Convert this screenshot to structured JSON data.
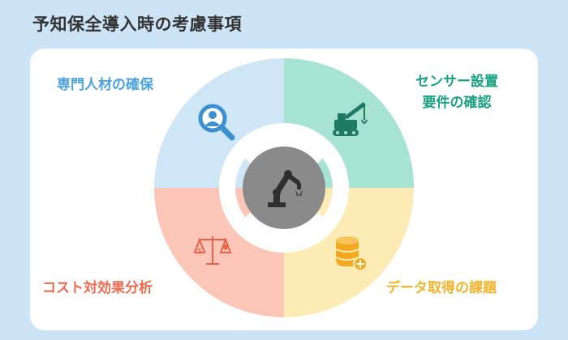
{
  "title": "予知保全導入時の考慮事項",
  "quadrants": {
    "top_left": {
      "label": "専門人材の確保",
      "color": "#cfe6f7",
      "text_color": "#4aa3df",
      "icon": "person-search-icon"
    },
    "top_right": {
      "label_line1": "センサー設置",
      "label_line2": "要件の確認",
      "color": "#a6e3d3",
      "text_color": "#1aa181",
      "icon": "crane-icon"
    },
    "bottom_left": {
      "label": "コスト対効果分析",
      "color": "#fbc6b7",
      "text_color": "#f06a4e",
      "icon": "balance-scale-icon"
    },
    "bottom_right": {
      "label": "データ取得の課題",
      "color": "#fdebb6",
      "text_color": "#f3b32a",
      "icon": "database-add-icon"
    }
  },
  "center": {
    "icon": "robot-arm-icon",
    "color": "#8a8a8a"
  }
}
